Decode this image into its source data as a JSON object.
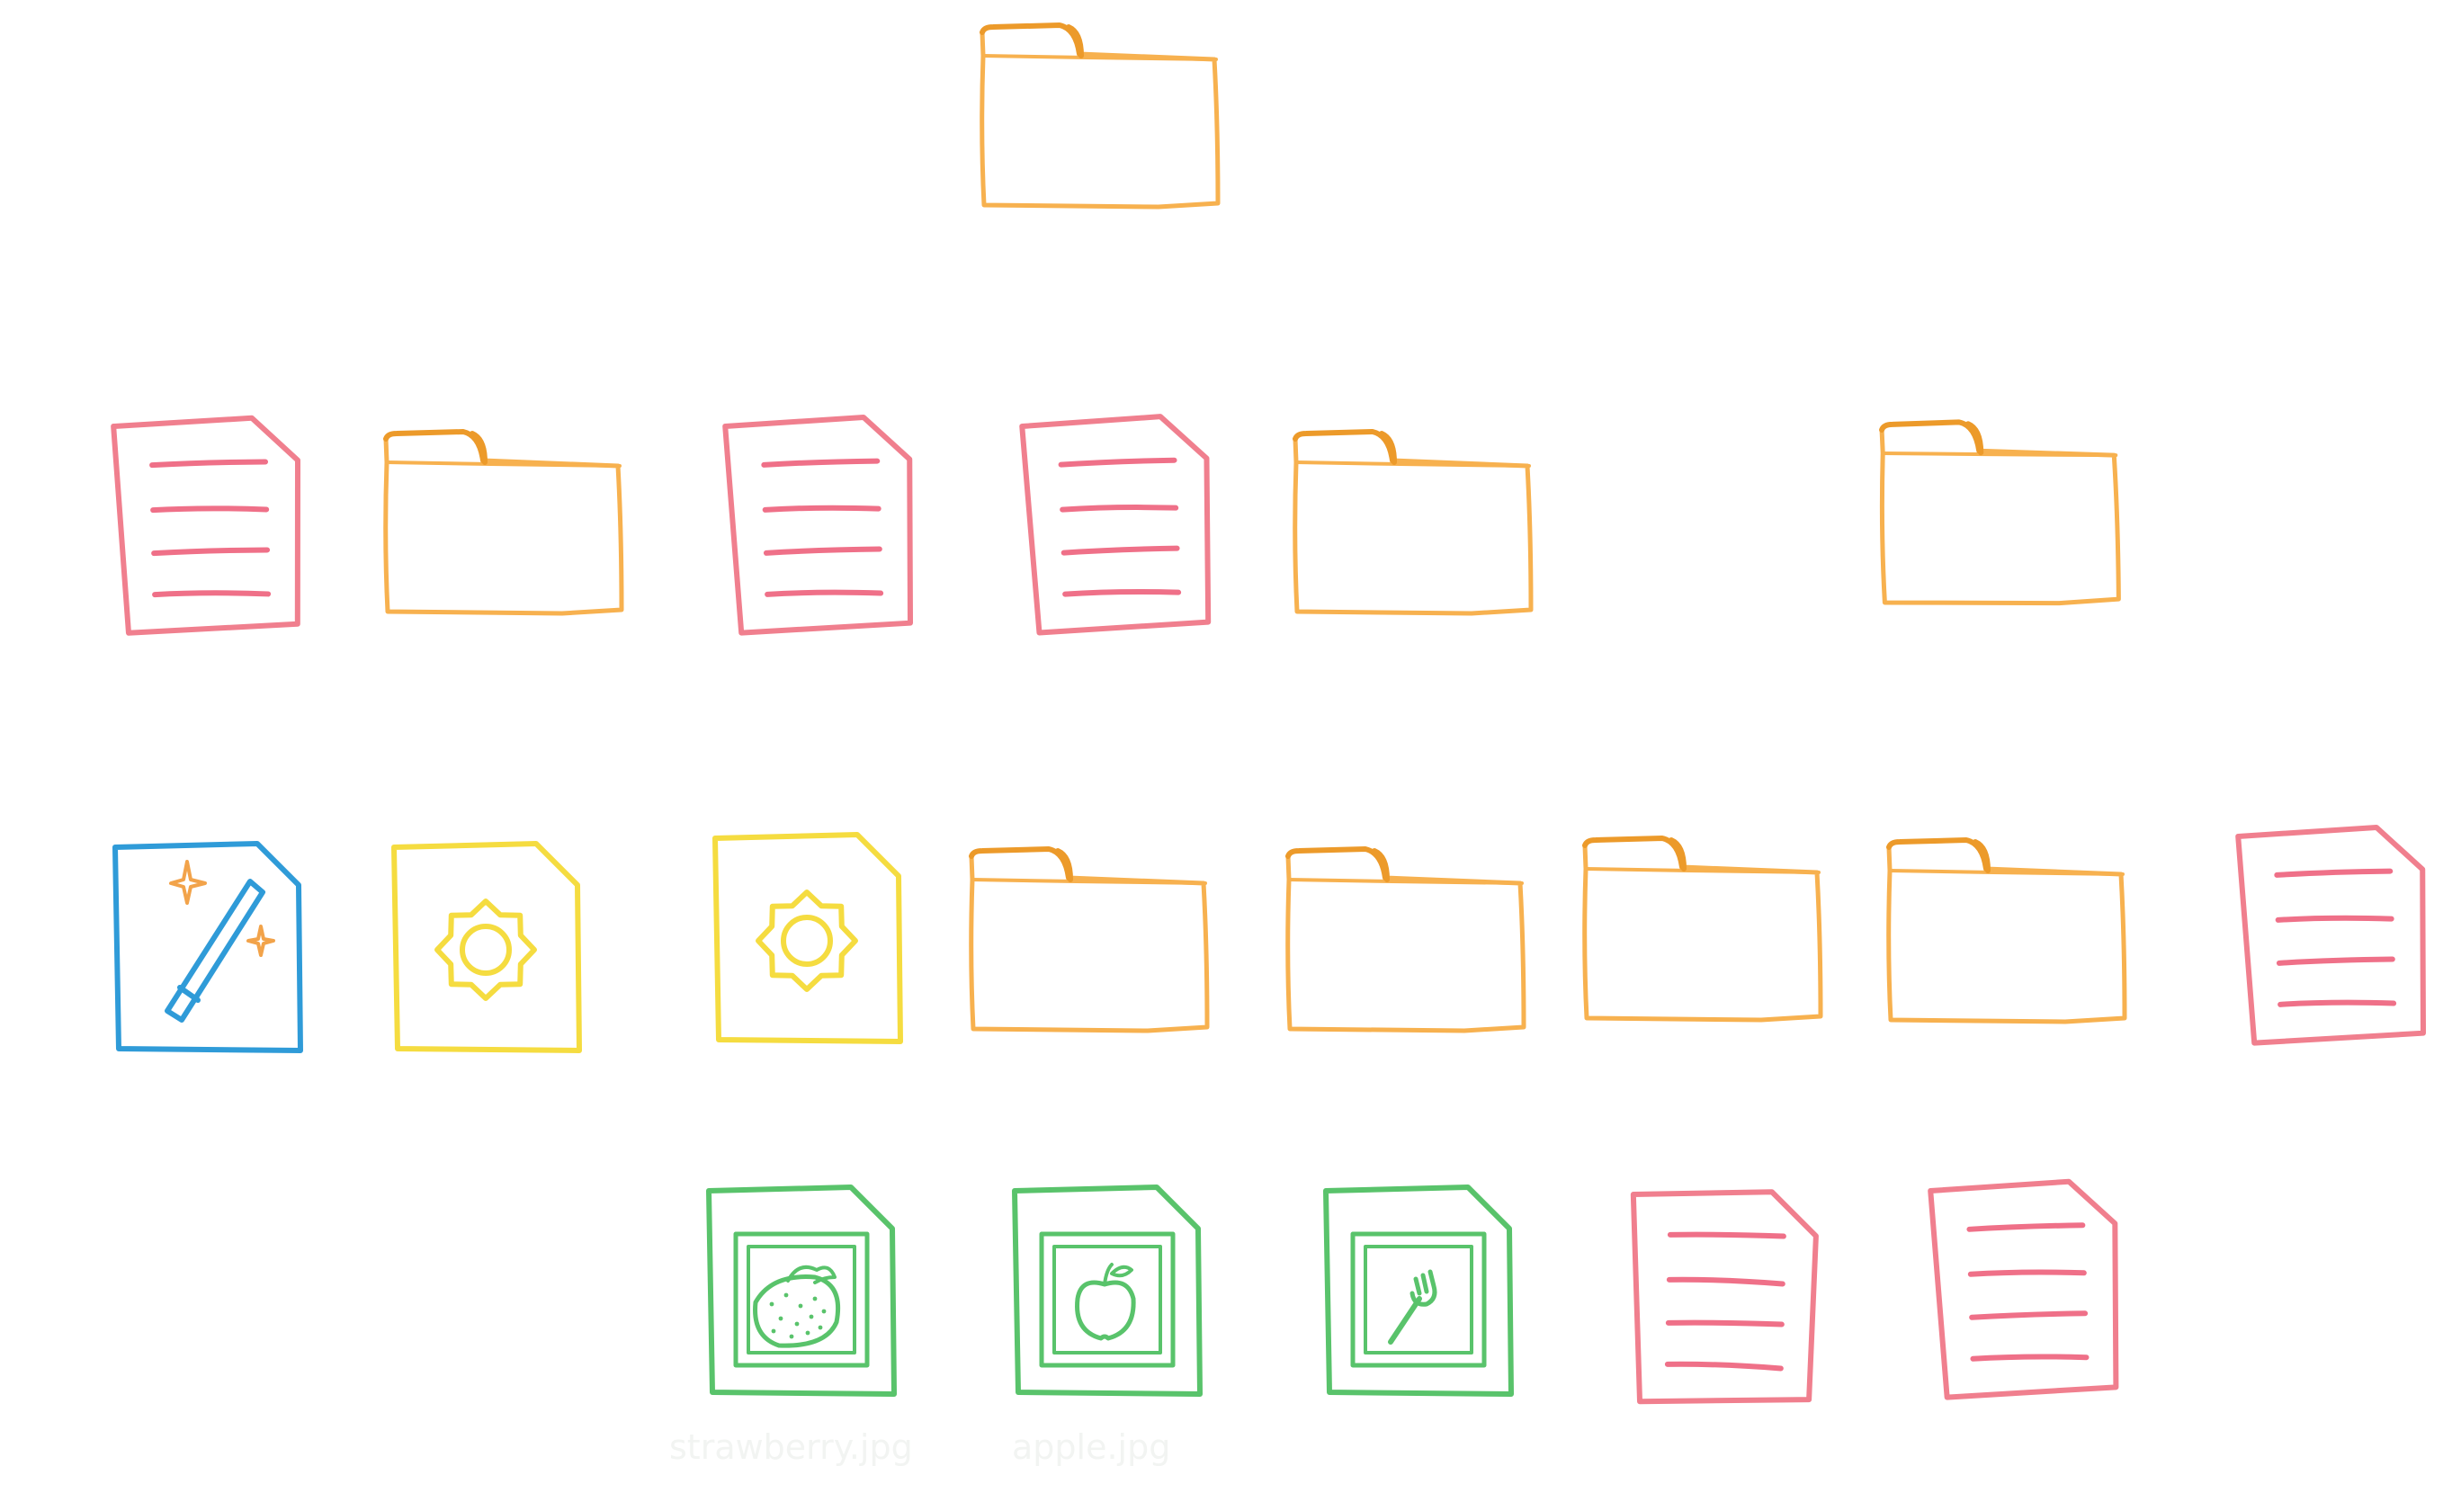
{
  "colors": {
    "folder_stroke": "#f7b14f",
    "folder_tab_stroke": "#ec9a2a",
    "text_file_stroke": "#f07f8e",
    "text_lines": "#ef7088",
    "magic_stroke": "#2f9bd8",
    "magic_sparkle": "#f2a34a",
    "config_stroke": "#f5dc40",
    "image_stroke": "#59c36b",
    "label": "#f2f4f2"
  },
  "tree": {
    "labels": {
      "strawberry": "strawberry.jpg",
      "apple": "apple.jpg"
    },
    "nodes": [
      {
        "id": "root",
        "icon": "folder-icon"
      },
      {
        "id": "r1-text-1",
        "icon": "text-file-icon"
      },
      {
        "id": "r1-folder-1",
        "icon": "folder-icon"
      },
      {
        "id": "r1-text-2",
        "icon": "text-file-icon"
      },
      {
        "id": "r1-text-3",
        "icon": "text-file-icon"
      },
      {
        "id": "r1-folder-2",
        "icon": "folder-icon"
      },
      {
        "id": "r1-folder-3",
        "icon": "folder-icon"
      },
      {
        "id": "r2-magic",
        "icon": "magic-wand-file-icon"
      },
      {
        "id": "r2-config-1",
        "icon": "gear-file-icon"
      },
      {
        "id": "r2-config-2",
        "icon": "gear-file-icon"
      },
      {
        "id": "r2-folder-1",
        "icon": "folder-icon"
      },
      {
        "id": "r2-folder-2",
        "icon": "folder-icon"
      },
      {
        "id": "r2-folder-3",
        "icon": "folder-icon"
      },
      {
        "id": "r2-folder-4",
        "icon": "folder-icon"
      },
      {
        "id": "r2-text-1",
        "icon": "text-file-icon"
      },
      {
        "id": "r3-strawberry",
        "icon": "strawberry-image-icon"
      },
      {
        "id": "r3-apple",
        "icon": "apple-image-icon"
      },
      {
        "id": "r3-fork",
        "icon": "fork-image-icon"
      },
      {
        "id": "r3-text-1",
        "icon": "text-file-icon"
      },
      {
        "id": "r3-text-2",
        "icon": "text-file-icon"
      }
    ]
  }
}
